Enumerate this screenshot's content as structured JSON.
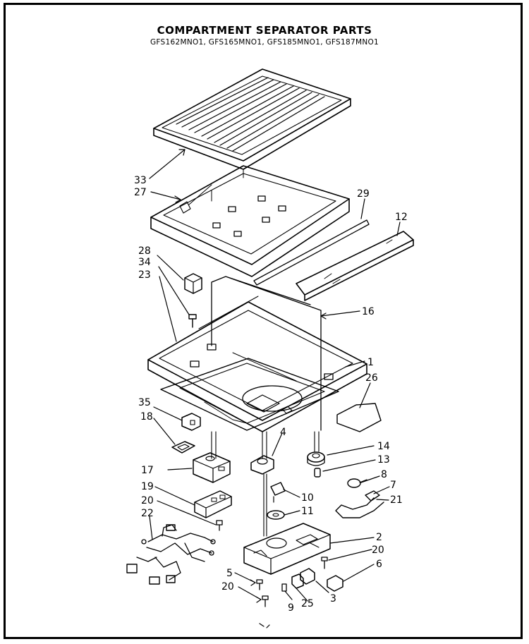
{
  "header": {
    "title": "COMPARTMENT SEPARATOR PARTS",
    "models": "GFS162MNO1, GFS165MNO1, GFS185MNO1, GFS187MNO1"
  },
  "callouts": [
    {
      "id": "c33",
      "label": "33"
    },
    {
      "id": "c27",
      "label": "27"
    },
    {
      "id": "c29",
      "label": "29"
    },
    {
      "id": "c12",
      "label": "12"
    },
    {
      "id": "c28",
      "label": "28"
    },
    {
      "id": "c34",
      "label": "34"
    },
    {
      "id": "c23",
      "label": "23"
    },
    {
      "id": "c16",
      "label": "16"
    },
    {
      "id": "c1",
      "label": "1"
    },
    {
      "id": "c26",
      "label": "26"
    },
    {
      "id": "c35",
      "label": "35"
    },
    {
      "id": "c18",
      "label": "18"
    },
    {
      "id": "c4",
      "label": "4"
    },
    {
      "id": "c14",
      "label": "14"
    },
    {
      "id": "c13",
      "label": "13"
    },
    {
      "id": "c17",
      "label": "17"
    },
    {
      "id": "c8",
      "label": "8"
    },
    {
      "id": "c7",
      "label": "7"
    },
    {
      "id": "c19",
      "label": "19"
    },
    {
      "id": "c10",
      "label": "10"
    },
    {
      "id": "c20a",
      "label": "20"
    },
    {
      "id": "c11",
      "label": "11"
    },
    {
      "id": "c21",
      "label": "21"
    },
    {
      "id": "c22",
      "label": "22"
    },
    {
      "id": "c2",
      "label": "2"
    },
    {
      "id": "c20b",
      "label": "20"
    },
    {
      "id": "c6",
      "label": "6"
    },
    {
      "id": "c5",
      "label": "5"
    },
    {
      "id": "c20c",
      "label": "20"
    },
    {
      "id": "c9",
      "label": "9"
    },
    {
      "id": "c25",
      "label": "25"
    },
    {
      "id": "c3",
      "label": "3"
    }
  ]
}
